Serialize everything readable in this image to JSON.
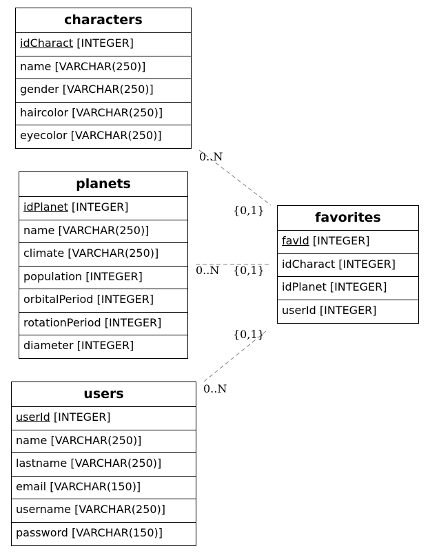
{
  "entities": {
    "characters": {
      "name": "characters",
      "fields": [
        {
          "key": "idCharact",
          "type": " [INTEGER]"
        },
        {
          "key": "",
          "type": "name [VARCHAR(250)]"
        },
        {
          "key": "",
          "type": "gender [VARCHAR(250)]"
        },
        {
          "key": "",
          "type": "haircolor [VARCHAR(250)]"
        },
        {
          "key": "",
          "type": "eyecolor [VARCHAR(250)]"
        }
      ]
    },
    "planets": {
      "name": "planets",
      "fields": [
        {
          "key": "idPlanet",
          "type": " [INTEGER]"
        },
        {
          "key": "",
          "type": "name [VARCHAR(250)]"
        },
        {
          "key": "",
          "type": "climate [VARCHAR(250)]"
        },
        {
          "key": "",
          "type": "population [INTEGER]"
        },
        {
          "key": "",
          "type": "orbitalPeriod [INTEGER]"
        },
        {
          "key": "",
          "type": "rotationPeriod [INTEGER]"
        },
        {
          "key": "",
          "type": "diameter [INTEGER]"
        }
      ]
    },
    "favorites": {
      "name": "favorites",
      "fields": [
        {
          "key": "favId",
          "type": " [INTEGER]"
        },
        {
          "key": "",
          "type": "idCharact [INTEGER]"
        },
        {
          "key": "",
          "type": "idPlanet [INTEGER]"
        },
        {
          "key": "",
          "type": "userId [INTEGER]"
        }
      ]
    },
    "users": {
      "name": "users",
      "fields": [
        {
          "key": "userId",
          "type": " [INTEGER]"
        },
        {
          "key": "",
          "type": "name [VARCHAR(250)]"
        },
        {
          "key": "",
          "type": "lastname [VARCHAR(250)]"
        },
        {
          "key": "",
          "type": "email [VARCHAR(150)]"
        },
        {
          "key": "",
          "type": "username [VARCHAR(250)]"
        },
        {
          "key": "",
          "type": "password [VARCHAR(150)]"
        }
      ]
    }
  },
  "relations": [
    {
      "from": "characters",
      "to": "favorites",
      "from_card": "0..N",
      "to_card": "{0,1}"
    },
    {
      "from": "planets",
      "to": "favorites",
      "from_card": "0..N",
      "to_card": "{0,1}"
    },
    {
      "from": "users",
      "to": "favorites",
      "from_card": "0..N",
      "to_card": "{0,1}"
    }
  ],
  "colors": {
    "edge": "#808080",
    "border": "#000000"
  }
}
